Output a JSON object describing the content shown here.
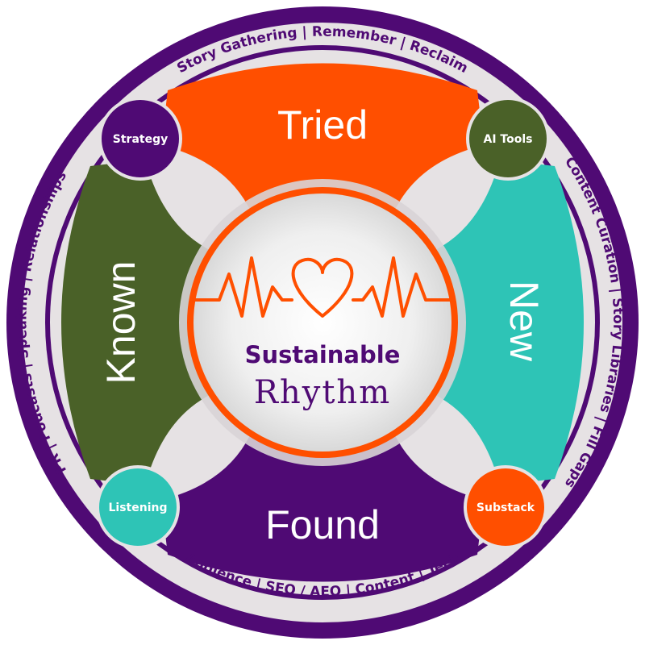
{
  "outer_ring": {
    "top": "Story Gathering | Remember | Reclaim",
    "right": "Content Curation | Story Libraries | Fill Gaps",
    "bottom": "Audience | SEO / AEO | Content | Tech",
    "left": "PR | Podcasts | Speaking | Relationships"
  },
  "quadrants": {
    "top": "Tried",
    "right": "New",
    "bottom": "Found",
    "left": "Known"
  },
  "nodes": {
    "top_left": "Strategy",
    "top_right": "AI Tools",
    "bottom_left": "Listening",
    "bottom_right": "Substack"
  },
  "center": {
    "line1": "Sustainable",
    "line2": "Rhythm"
  },
  "colors": {
    "purple": "#4f0a74",
    "orange": "#ff4f00",
    "teal": "#2ec4b6",
    "green": "#4a6128",
    "ring_bg": "#e6e2e4"
  }
}
